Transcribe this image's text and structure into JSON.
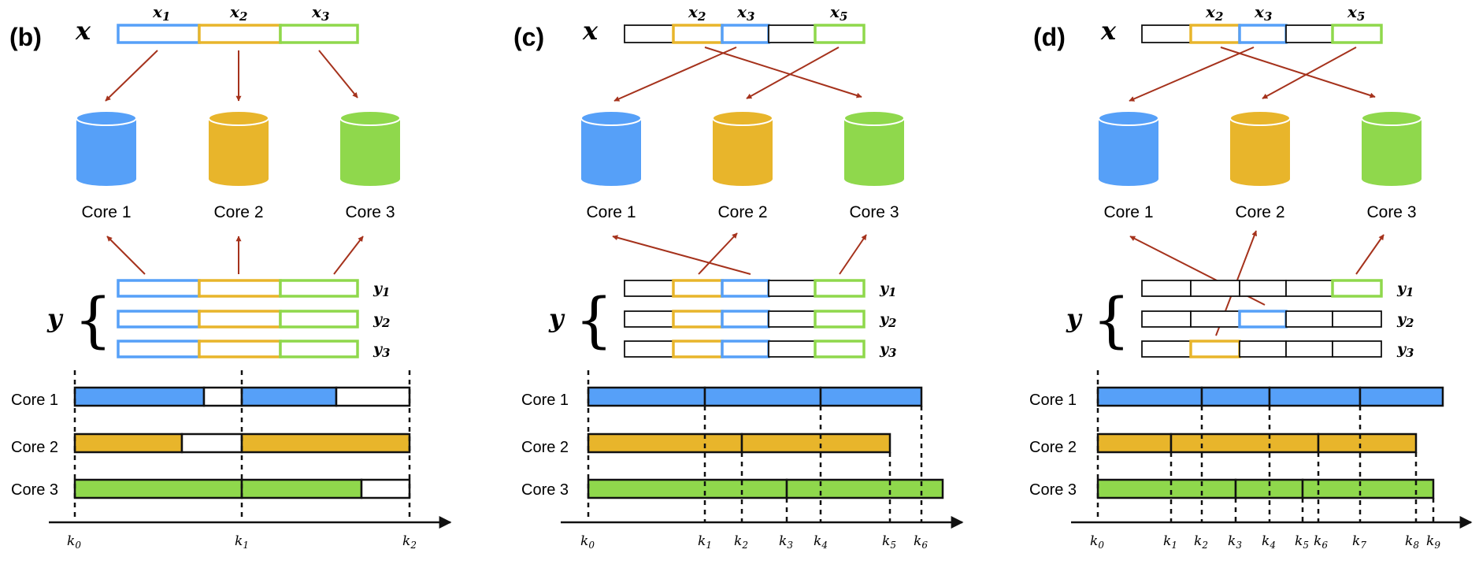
{
  "colors": {
    "blue": "#56a0f8",
    "orange": "#e8b52b",
    "green": "#8fd84c",
    "arrow": "#a5321c",
    "line": "#111111"
  },
  "core_label": "Core",
  "core_nums": [
    "1",
    "2",
    "3"
  ],
  "cores": [
    "Core 1",
    "Core 2",
    "Core 3"
  ],
  "panels": [
    {
      "label": "(b)",
      "x_symbol": "x",
      "y_symbol": "y",
      "x_subs": [
        "1",
        "2",
        "3"
      ],
      "y_subs": [
        "1",
        "2",
        "3"
      ],
      "ticks": [
        "0",
        "1",
        "2"
      ]
    },
    {
      "label": "(c)",
      "x_symbol": "x",
      "y_symbol": "y",
      "x_subs": [
        "2",
        "3",
        "5"
      ],
      "y_subs": [
        "1",
        "2",
        "3"
      ],
      "ticks": [
        "0",
        "1",
        "2",
        "3",
        "4",
        "5",
        "6"
      ]
    },
    {
      "label": "(d)",
      "x_symbol": "x",
      "y_symbol": "y",
      "x_subs": [
        "2",
        "3",
        "5"
      ],
      "y_subs": [
        "1",
        "2",
        "3"
      ],
      "ticks": [
        "0",
        "1",
        "2",
        "3",
        "4",
        "5",
        "6",
        "7",
        "8",
        "9"
      ]
    }
  ]
}
